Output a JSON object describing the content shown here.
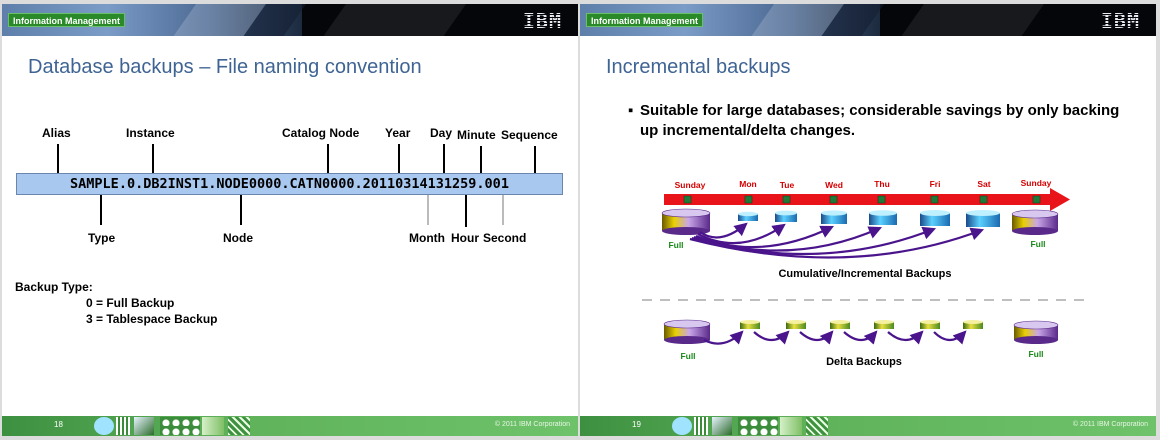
{
  "header": {
    "section_label": "Information Management",
    "logo_text": "IBM"
  },
  "footer": {
    "copyright": "© 2011  IBM Corporation"
  },
  "left_slide": {
    "title": "Database backups – File naming convention",
    "page_number": "18",
    "top_labels": {
      "alias": "Alias",
      "instance": "Instance",
      "catalog_node": "Catalog Node",
      "year": "Year",
      "day": "Day",
      "minute": "Minute",
      "sequence": "Sequence"
    },
    "filename": "SAMPLE.0.DB2INST1.NODE0000.CATN0000.20110314131259.001",
    "bottom_labels": {
      "type": "Type",
      "node": "Node",
      "month": "Month",
      "hour": "Hour",
      "second": "Second"
    },
    "backup_type": {
      "title": "Backup Type:",
      "items": [
        "0 = Full Backup",
        "3 = Tablespace Backup"
      ]
    }
  },
  "right_slide": {
    "title": "Incremental backups",
    "page_number": "19",
    "bullet_mark": "▪",
    "bullet": "Suitable for large databases; considerable savings by only backing up incremental/delta changes.",
    "days": [
      "Sunday",
      "Mon",
      "Tue",
      "Wed",
      "Thu",
      "Fri",
      "Sat",
      "Sunday"
    ],
    "full_label": "Full",
    "cumulative_caption": "Cumulative/Incremental Backups",
    "delta_caption": "Delta Backups",
    "colors": {
      "timeline": "#e8141a",
      "day_text": "#d40000",
      "full_text": "#1a8a1a",
      "arc": "#4a148c"
    }
  }
}
